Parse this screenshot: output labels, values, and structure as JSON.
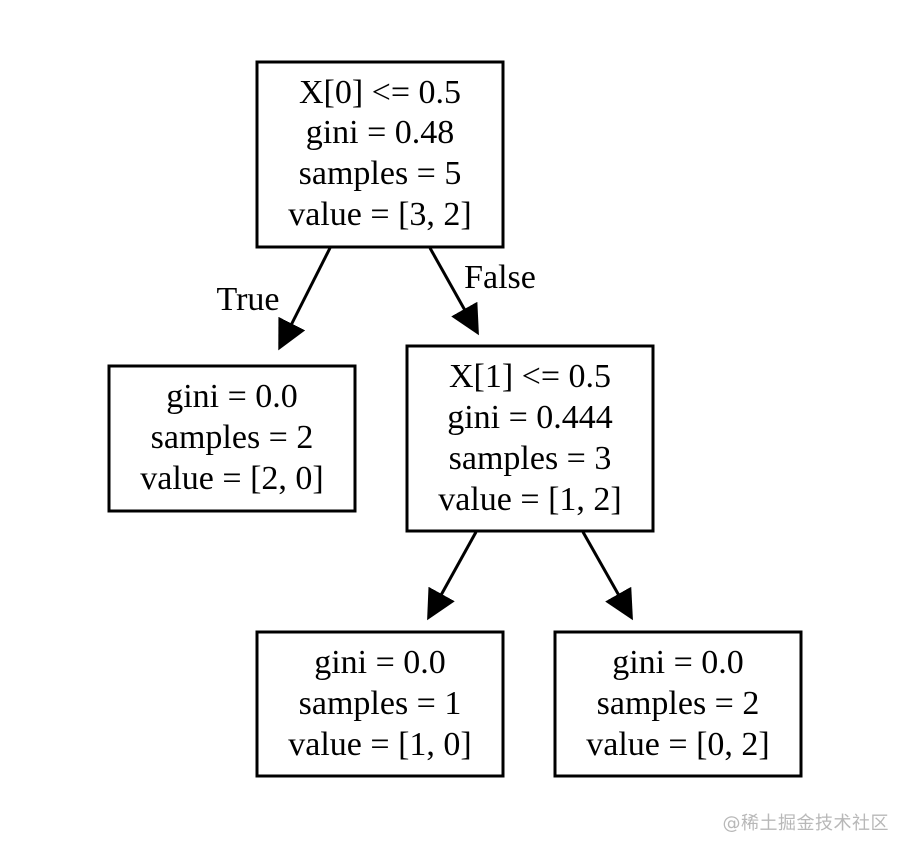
{
  "diagram": {
    "root": {
      "lines": [
        "X[0] <= 0.5",
        "gini = 0.48",
        "samples = 5",
        "value = [3, 2]"
      ]
    },
    "left_leaf": {
      "lines": [
        "gini = 0.0",
        "samples = 2",
        "value = [2, 0]"
      ]
    },
    "right_split": {
      "lines": [
        "X[1] <= 0.5",
        "gini = 0.444",
        "samples = 3",
        "value = [1, 2]"
      ]
    },
    "right_left_leaf": {
      "lines": [
        "gini = 0.0",
        "samples = 1",
        "value = [1, 0]"
      ]
    },
    "right_right_leaf": {
      "lines": [
        "gini = 0.0",
        "samples = 2",
        "value = [0, 2]"
      ]
    },
    "edge_labels": {
      "true_label": "True",
      "false_label": "False"
    }
  },
  "watermark": "@稀土掘金技术社区",
  "colors": {
    "stroke": "#000000",
    "background": "#ffffff",
    "watermark": "#b8b8b8"
  }
}
